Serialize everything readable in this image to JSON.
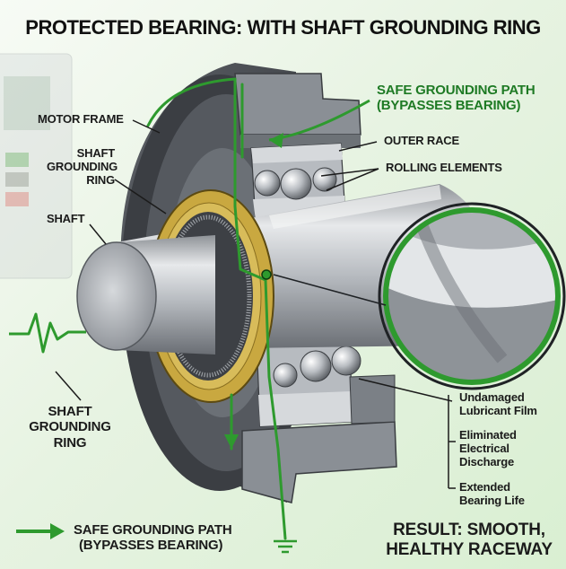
{
  "title": "PROTECTED BEARING: WITH SHAFT GROUNDING RING",
  "labels": {
    "safe_path_top": [
      "SAFE GROUNDING PATH",
      "(BYPASSES BEARING)"
    ],
    "motor_frame": "MOTOR FRAME",
    "outer_race": "OUTER RACE",
    "shaft_grounding_ring_top": [
      "SHAFT",
      "GROUNDING",
      "RING"
    ],
    "rolling_elements": "ROLLING ELEMENTS",
    "shaft": "SHAFT",
    "shaft_grounding_ring_bottom": [
      "SHAFT",
      "GROUNDING",
      "RING"
    ],
    "benefits": [
      [
        "Undamaged",
        "Lubricant Film"
      ],
      [
        "Eliminated",
        "Electrical",
        "Discharge"
      ],
      [
        "Extended",
        "Bearing Life"
      ]
    ],
    "legend": [
      "SAFE GROUNDING PATH",
      "(BYPASSES BEARING)"
    ],
    "result": [
      "RESULT: SMOOTH,",
      "HEALTHY RACEWAY"
    ]
  },
  "colors": {
    "grounding_path": "#2e9a2e",
    "ring_gold": "#c9a840",
    "metal_dark": "#4a4e54",
    "metal_light": "#d9dde1"
  }
}
